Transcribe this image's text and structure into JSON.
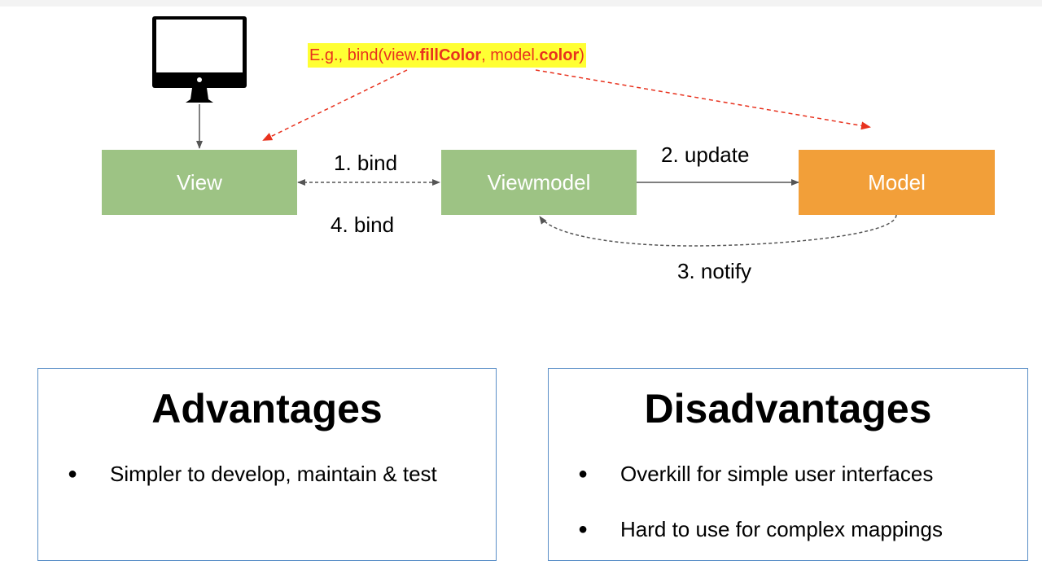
{
  "diagram": {
    "nodes": [
      {
        "id": "view",
        "label": "View",
        "color": "#9dc384"
      },
      {
        "id": "viewmodel",
        "label": "Viewmodel",
        "color": "#9dc384"
      },
      {
        "id": "model",
        "label": "Model",
        "color": "#f29f39"
      }
    ],
    "edges": {
      "bind1": "1. bind",
      "update": "2. update",
      "notify": "3. notify",
      "bind4": "4. bind"
    },
    "callout": {
      "prefix": "E.g., bind(view.",
      "bold1": "fillColor",
      "middle": ", model.",
      "bold2": "color",
      "suffix": ")",
      "text_color": "#e8321e",
      "highlight_color": "#ffff33"
    },
    "monitor_icon": "desktop-monitor-icon"
  },
  "advantages": {
    "title": "Advantages",
    "items": [
      "Simpler to develop, maintain & test"
    ]
  },
  "disadvantages": {
    "title": "Disadvantages",
    "items": [
      "Overkill for simple user interfaces",
      "Hard to use for complex mappings"
    ]
  },
  "bullet_glyph": "●"
}
